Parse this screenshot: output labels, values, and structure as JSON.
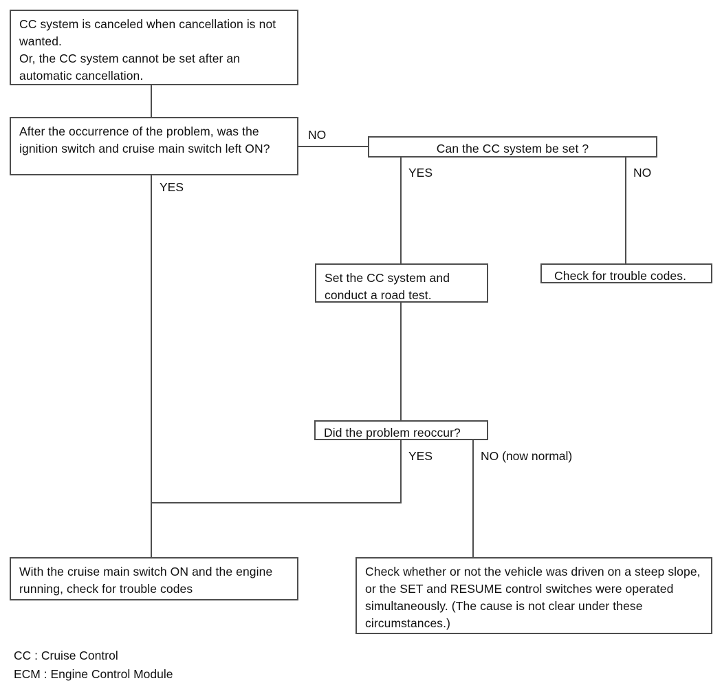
{
  "diagram": {
    "title": "CC system cancellation troubleshooting flowchart",
    "line_color": "#4d4d4d",
    "text_color": "#111111",
    "background": "#ffffff",
    "nodes": {
      "symptom": {
        "text": "CC system is canceled when cancellation is not wanted.\nOr, the CC system cannot be set after an automatic cancellation."
      },
      "question_ignition": {
        "text": "After the occurrence of the problem, was the ignition switch and cruise main switch left ON?"
      },
      "question_can_set": {
        "text": "Can the CC system be set ?"
      },
      "action_set_road_test": {
        "text": "Set the CC system and conduct a road test."
      },
      "action_check_codes": {
        "text": "Check for trouble codes."
      },
      "question_reoccur": {
        "text": "Did the problem reoccur?"
      },
      "action_main_switch_codes": {
        "text": "With the cruise main switch ON and the engine running, check for trouble codes"
      },
      "action_steep_slope": {
        "text": "Check whether or not the vehicle was driven on a steep slope, or the SET and RESUME control switches were operated simultaneously. (The cause is not clear under these circumstances.)"
      }
    },
    "branch_labels": {
      "ignition_no": "NO",
      "ignition_yes": "YES",
      "can_set_yes": "YES",
      "can_set_no": "NO",
      "reoccur_yes": "YES",
      "reoccur_no": "NO (now normal)"
    },
    "legend": [
      "CC : Cruise Control",
      "ECM : Engine Control Module"
    ]
  }
}
